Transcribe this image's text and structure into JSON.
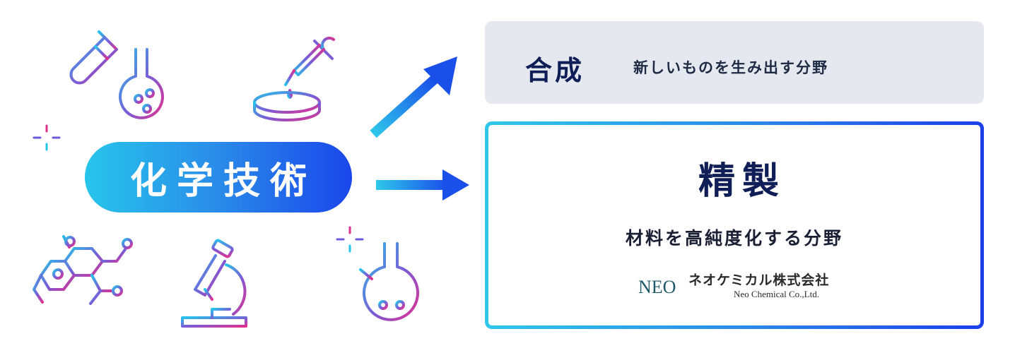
{
  "center": {
    "label": "化学技術"
  },
  "synthesis": {
    "title": "合成",
    "description": "新しいものを生み出す分野"
  },
  "refining": {
    "title": "精製",
    "description": "材料を高純度化する分野"
  },
  "logo": {
    "mark": "NEO",
    "company_jp": "ネオケミカル株式会社",
    "company_en": "Neo Chemical Co.,Ltd."
  },
  "colors": {
    "navy": "#0f1e56",
    "cyan": "#27c5ea",
    "blue": "#1a46ea",
    "magenta": "#e0318f",
    "violet": "#7a5bd6",
    "panel_gray": "#e5e9ef"
  },
  "icons": [
    "test-tube-icon",
    "flask-icon",
    "dropper-icon",
    "petri-dish-icon",
    "sparkle-icon",
    "molecule-icon",
    "microscope-icon",
    "round-flask-icon",
    "arrow-icon"
  ]
}
